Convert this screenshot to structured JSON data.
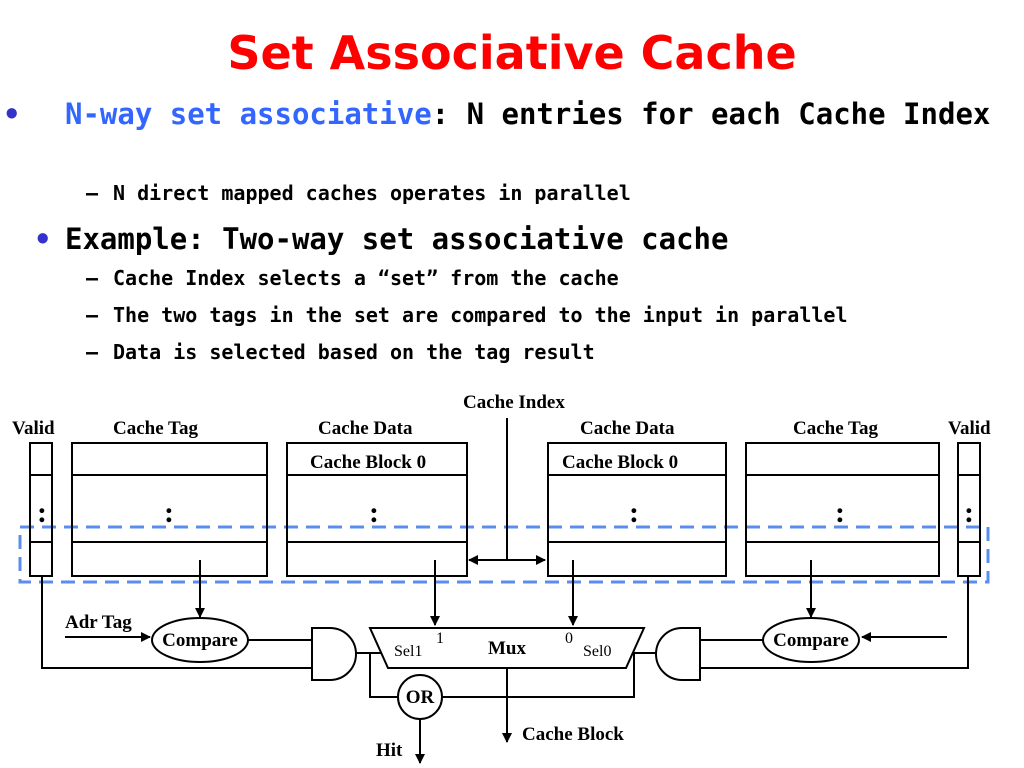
{
  "title": "Set Associative Cache",
  "bullets": {
    "b1_highlight": "N-way set associative",
    "b1_rest": ": N entries for each Cache Index",
    "b1_sub1": "N direct mapped caches operates in parallel",
    "b2": "Example: Two-way set associative cache",
    "b2_sub1": "Cache Index selects a “set” from the cache",
    "b2_sub2": "The two tags in the set are compared to the input in parallel",
    "b2_sub3": "Data is selected based on the tag result"
  },
  "diagram": {
    "cache_index": "Cache Index",
    "valid": "Valid",
    "cache_tag": "Cache Tag",
    "cache_data": "Cache Data",
    "cache_block_0": "Cache Block 0",
    "ellipsis": ":",
    "adr_tag": "Adr Tag",
    "compare": "Compare",
    "mux": "Mux",
    "sel1": "Sel1",
    "sel0": "Sel0",
    "one": "1",
    "zero": "0",
    "or": "OR",
    "hit": "Hit",
    "cache_block": "Cache Block"
  },
  "colors": {
    "title": "#ff0000",
    "highlight": "#3366ff",
    "dashed_box": "#5b8cf0"
  }
}
